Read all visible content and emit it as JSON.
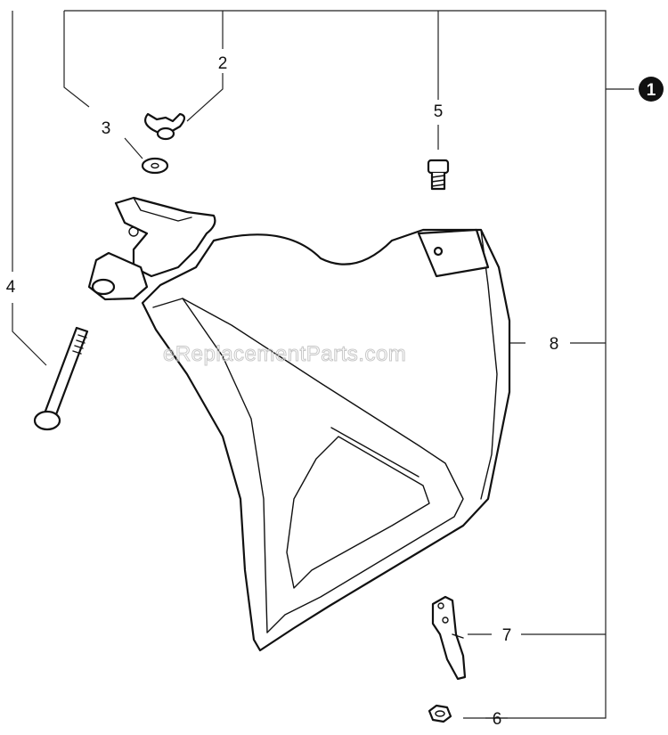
{
  "watermark": "eReplacementParts.com",
  "group_badge": "1",
  "callouts": [
    {
      "id": "c2",
      "label": "2",
      "part": "wing nut"
    },
    {
      "id": "c3",
      "label": "3",
      "part": "washer"
    },
    {
      "id": "c4",
      "label": "4",
      "part": "bolt"
    },
    {
      "id": "c5",
      "label": "5",
      "part": "screw"
    },
    {
      "id": "c6",
      "label": "6",
      "part": "nut"
    },
    {
      "id": "c7",
      "label": "7",
      "part": "bracket"
    },
    {
      "id": "c8",
      "label": "8",
      "part": "guard"
    }
  ]
}
